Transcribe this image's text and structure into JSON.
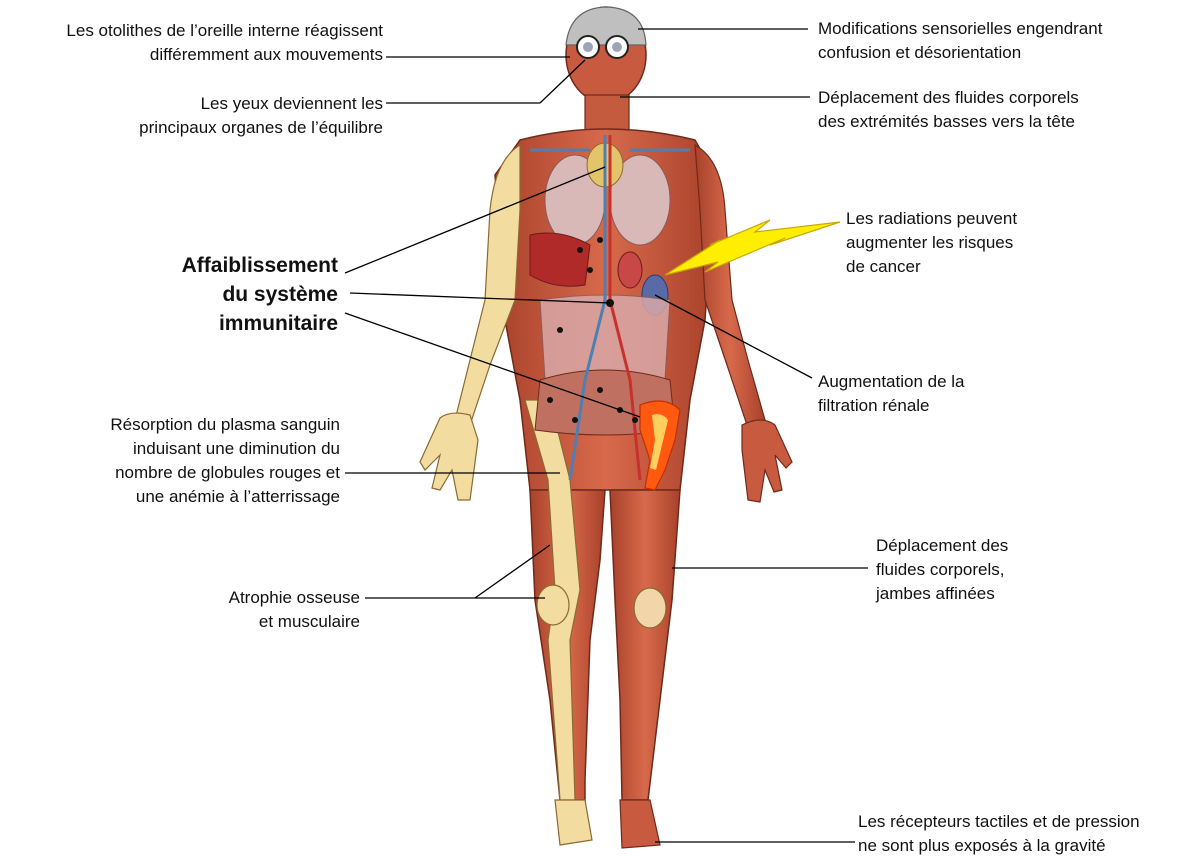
{
  "labels": {
    "otoliths": [
      "Les otolithes de l’oreille interne réagissent",
      "différemment aux mouvements"
    ],
    "eyes": [
      "Les yeux deviennent les",
      "principaux organes de l’équilibre"
    ],
    "immune": [
      "Affaiblissement",
      "du système",
      "immunitaire"
    ],
    "plasma": [
      "Résorption du plasma sanguin",
      "induisant une diminution du",
      "nombre de globules rouges et",
      "une anémie à l’atterrissage"
    ],
    "atrophy": [
      "Atrophie osseuse",
      "et musculaire"
    ],
    "sensory": [
      "Modifications sensorielles engendrant",
      "confusion et désorientation"
    ],
    "fluids_head": [
      "Déplacement des fluides corporels",
      "des extrémités basses vers la tête"
    ],
    "radiation": [
      "Les radiations peuvent",
      "augmenter les risques",
      "de cancer"
    ],
    "renal": [
      "Augmentation de la",
      "filtration rénale"
    ],
    "fluids_legs": [
      "Déplacement des",
      "fluides corporels,",
      "jambes affinées"
    ],
    "tactile": [
      "Les récepteurs tactiles et de pression",
      "ne sont plus exposés à la gravité"
    ]
  },
  "colors": {
    "muscle": "#c8543a",
    "muscle_dark": "#9e3a25",
    "bone": "#f3dca0",
    "vein": "#4f7fb0",
    "artery": "#c8302c",
    "lightning": "#ffee00",
    "lymph": "#111111"
  }
}
